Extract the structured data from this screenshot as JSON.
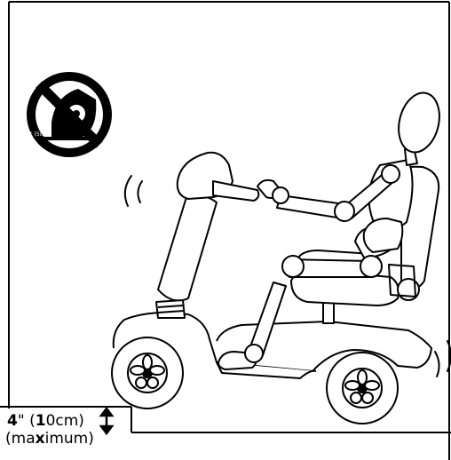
{
  "height": {
    "val1": "4",
    "unit1": "\"",
    "open": " (",
    "val2": "1",
    "val3": "0",
    "unit2": "cm)"
  },
  "maximum": {
    "a": "(ma",
    "b": "x",
    "c": "imum)"
  },
  "warning_sign": {
    "text": "2\" (5cm)"
  },
  "colors": {
    "ink": "#000000",
    "paper": "#ffffff"
  }
}
